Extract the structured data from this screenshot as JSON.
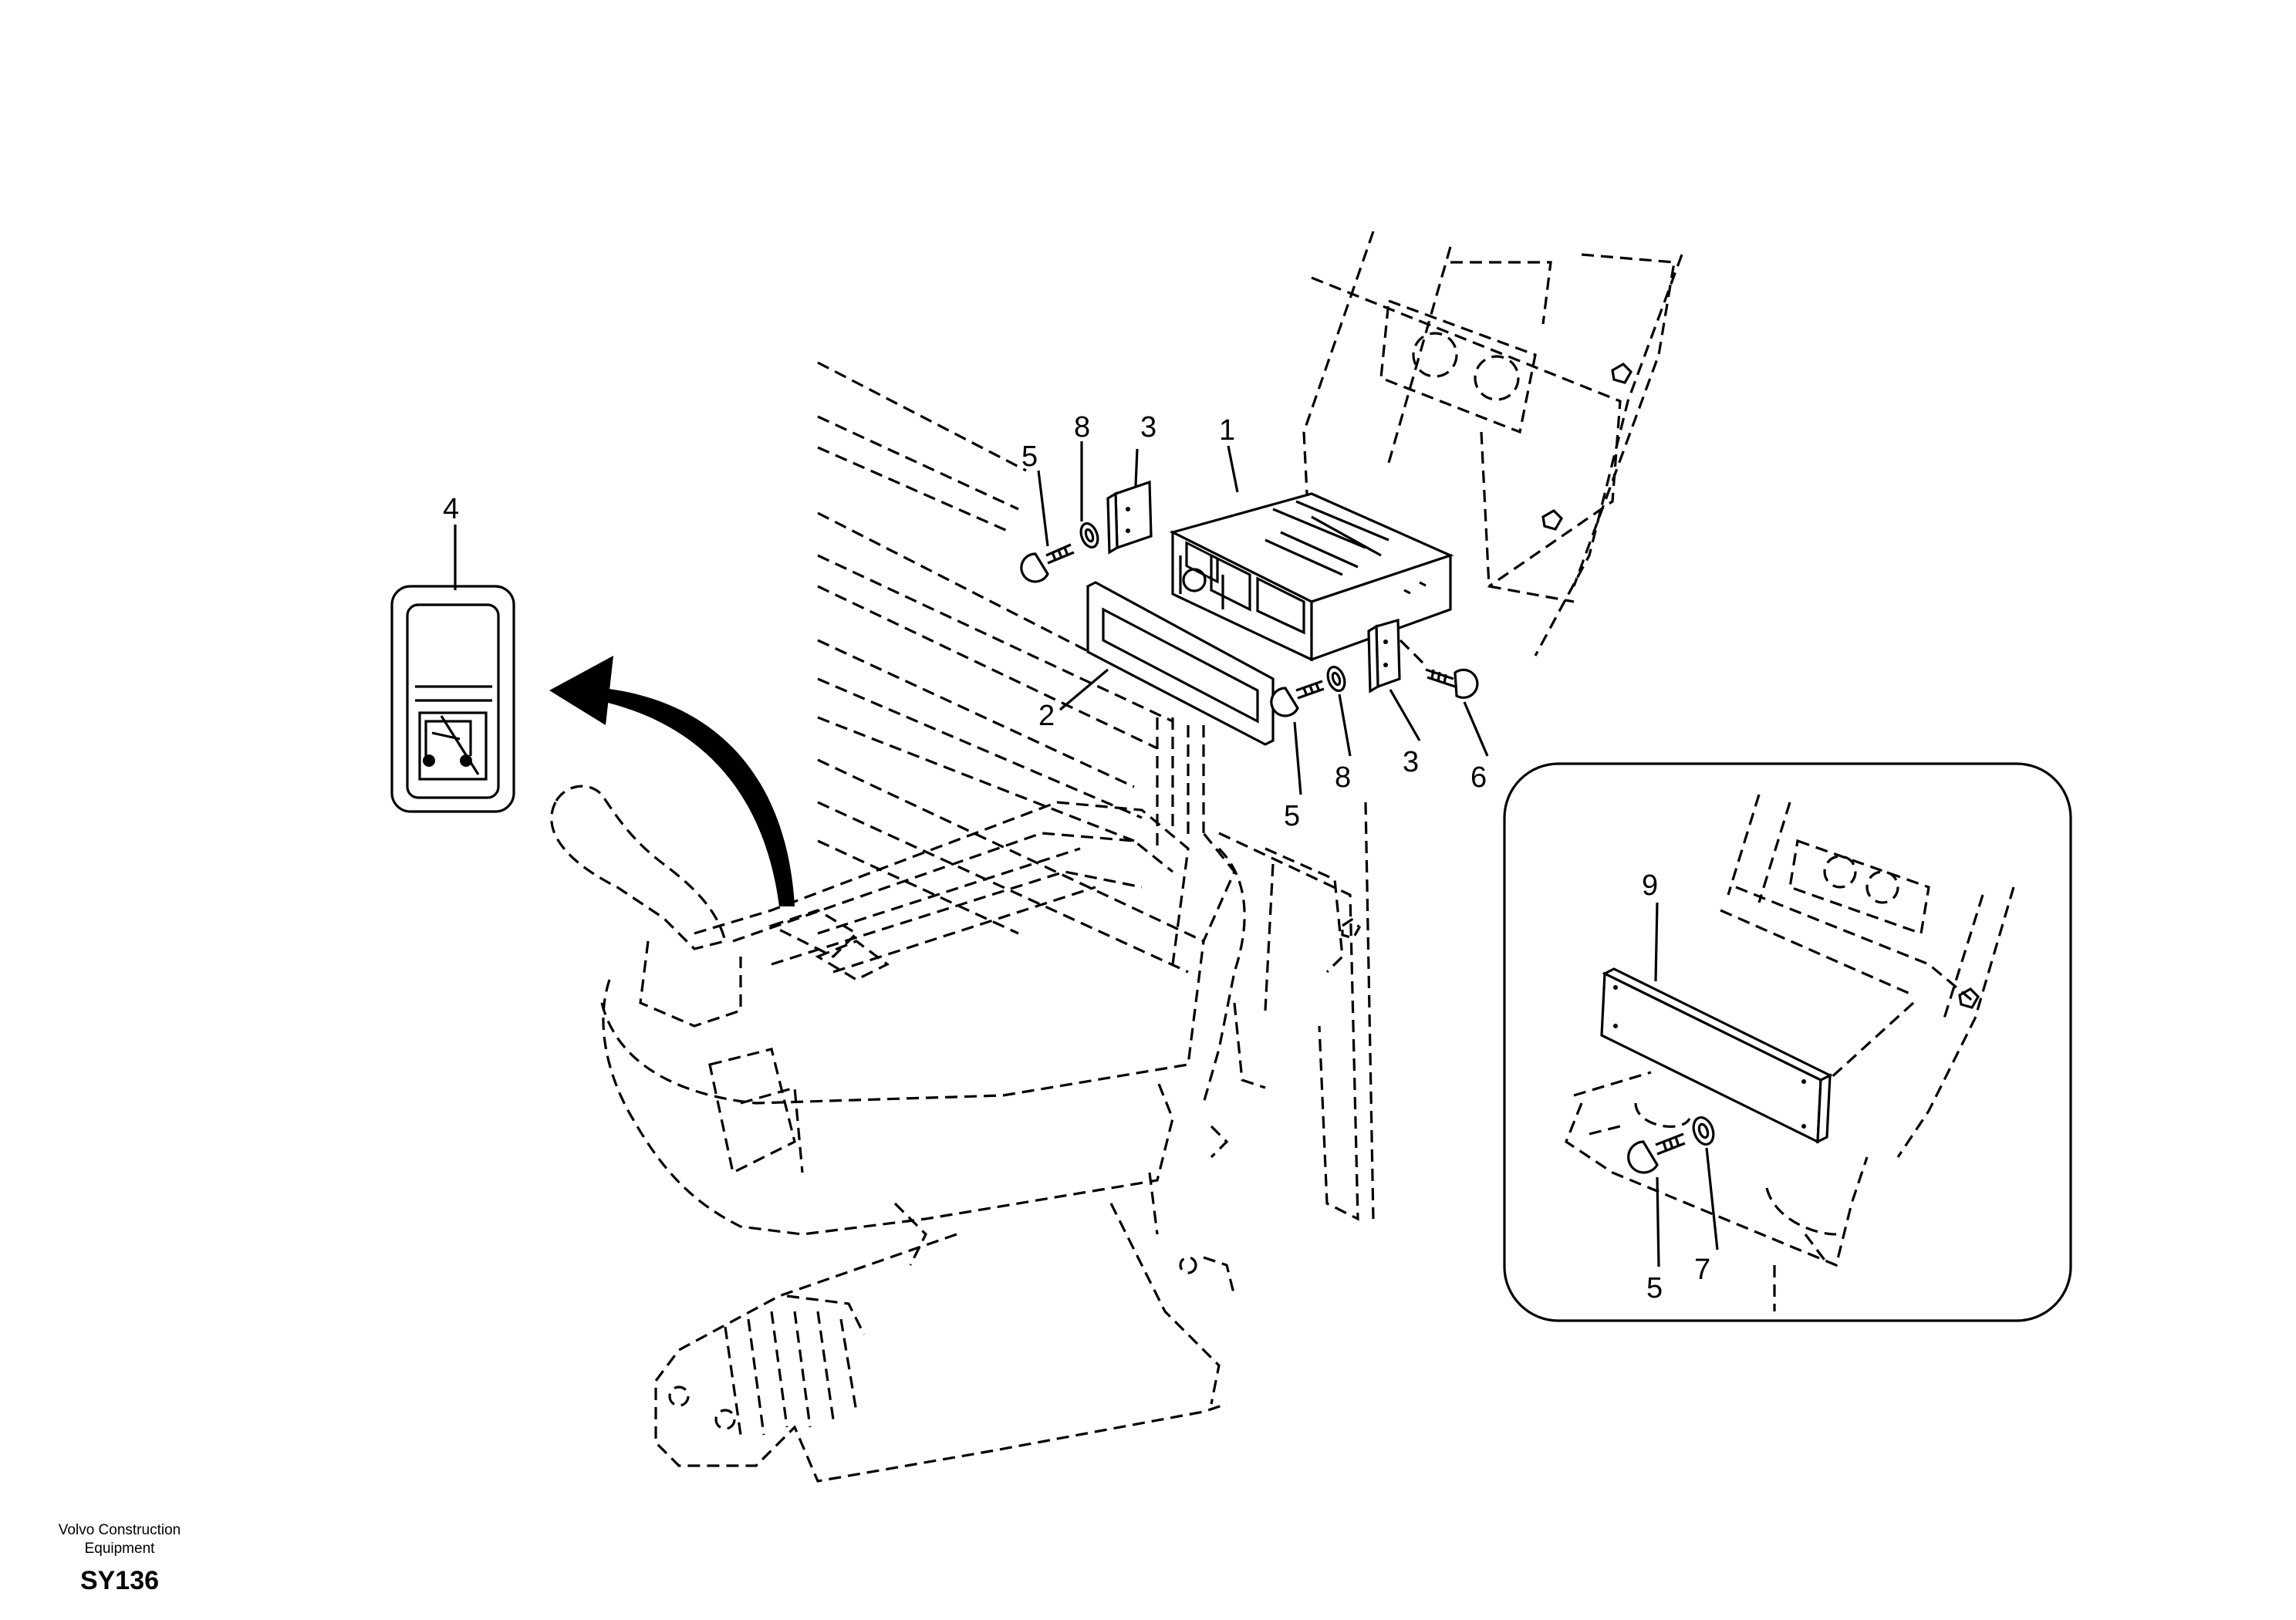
{
  "callouts": {
    "c1": "1",
    "c2": "2",
    "c3a": "3",
    "c3b": "3",
    "c4": "4",
    "c5a": "5",
    "c5b": "5",
    "c5c": "5",
    "c6": "6",
    "c7": "7",
    "c8a": "8",
    "c8b": "8",
    "c9": "9"
  },
  "footer": {
    "brand": "Volvo Construction Equipment",
    "code": "SY136"
  },
  "icons": {
    "switch_symbol": "music-note-crossed-icon",
    "direction_arrow": "curved-arrow-icon"
  }
}
